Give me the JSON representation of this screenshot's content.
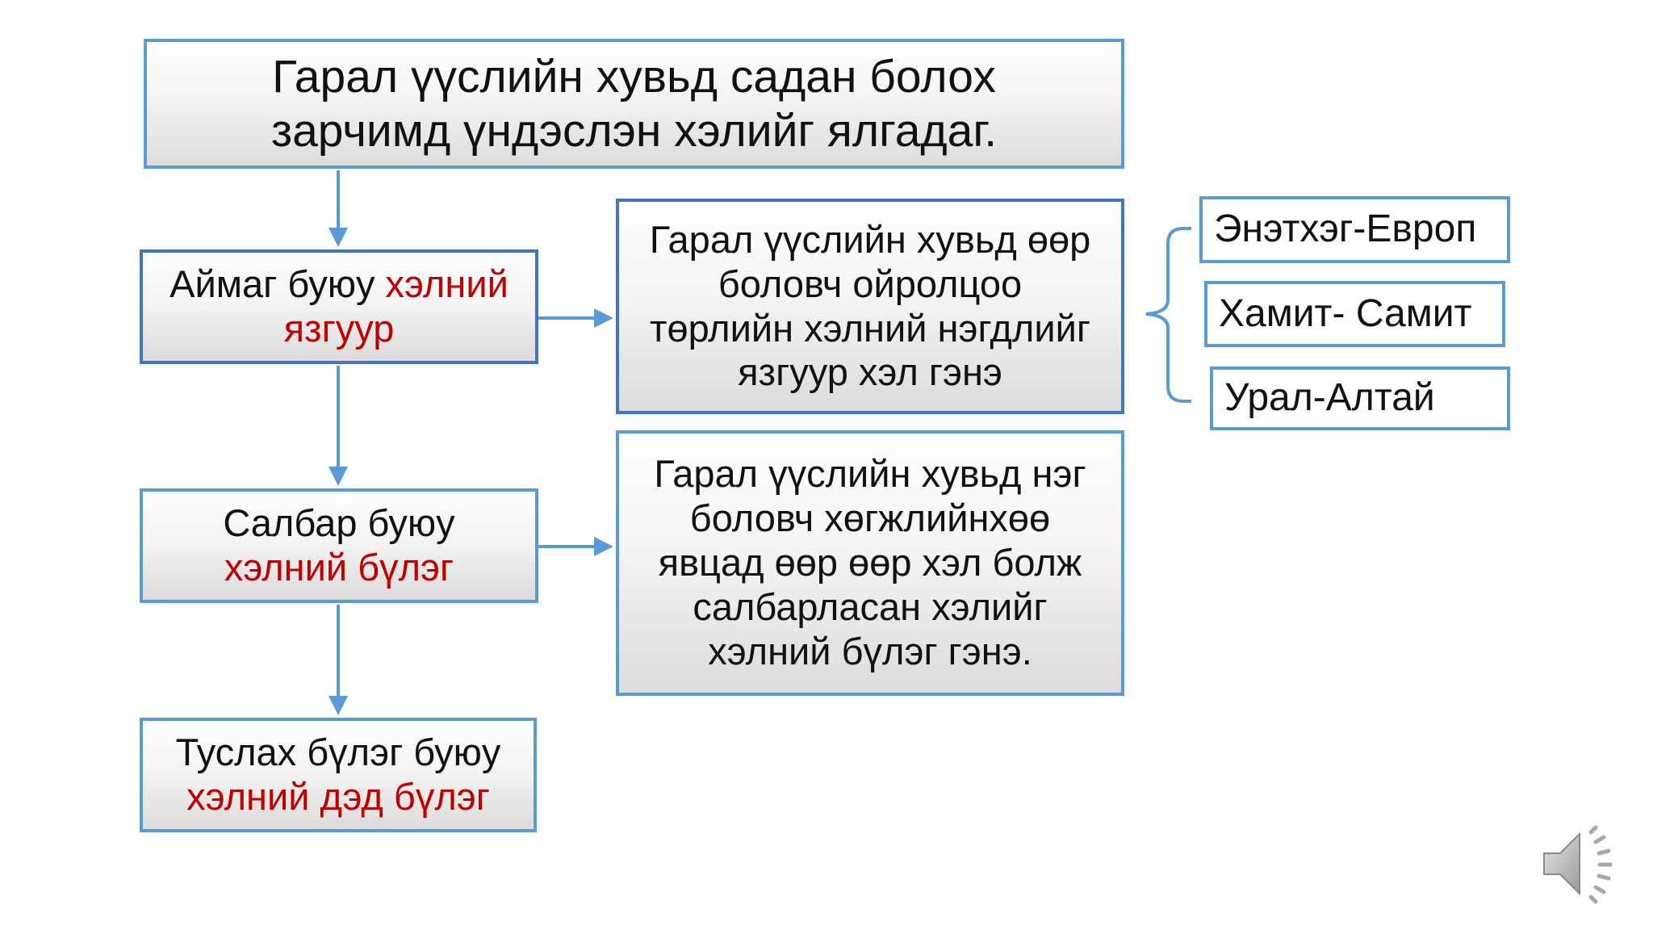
{
  "title": {
    "line1": "Гарал үүслийн хувьд садан болох",
    "line2": "зарчимд үндэслэн хэлийг ялгадаг."
  },
  "hierarchy": {
    "family": {
      "line1_plain": "Аймаг буюу ",
      "line1_red": "хэлний",
      "line2_red": "язгуур"
    },
    "branch": {
      "line1_plain": "Салбар буюу",
      "line2_red": "хэлний бүлэг"
    },
    "subgroup": {
      "line1_plain": "Туслах бүлэг буюу",
      "line2_red": "хэлний дэд бүлэг"
    }
  },
  "definitions": {
    "family_def": [
      "Гарал үүслийн хувьд өөр",
      "боловч ойролцоо",
      "төрлийн хэлний нэгдлийг",
      "язгуур хэл гэнэ"
    ],
    "branch_def": [
      "Гарал үүслийн хувьд нэг",
      "боловч хөгжлийнхөө",
      "явцад өөр өөр хэл болж",
      "салбарласан хэлийг",
      "хэлний бүлэг гэнэ."
    ]
  },
  "examples": [
    "Энэтхэг-Европ",
    "Хамит- Самит",
    "Урал-Алтай"
  ],
  "icons": {
    "audio": "speaker-icon"
  },
  "colors": {
    "box_border": "#5b9bd5",
    "highlight_text": "#c00000",
    "arrow": "#5b9bd5"
  }
}
